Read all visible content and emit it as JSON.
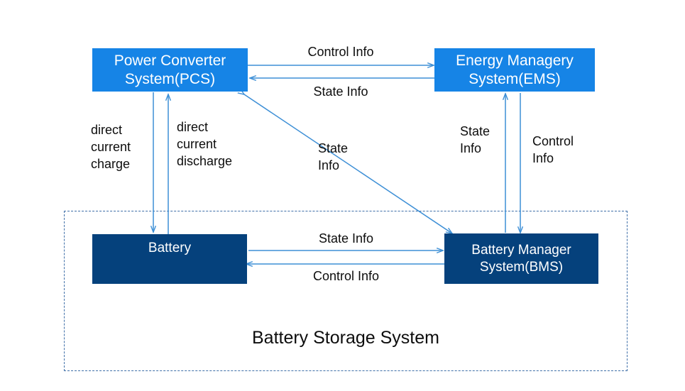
{
  "diagram": {
    "title": "Battery Storage System",
    "colors": {
      "accent_blue": "#1684E6",
      "navy": "#05417C",
      "arrow_blue": "#3D8FD6",
      "dashed_border": "#3F6FA8",
      "text_dark": "#0d0d0d",
      "background": "#ffffff"
    },
    "nodes": [
      {
        "id": "pcs",
        "label": "Power Converter\nSystem(PCS)",
        "line1": "Power Converter",
        "line2": "System(PCS)",
        "fill": "#1684E6"
      },
      {
        "id": "ems",
        "label": "Energy Managery\nSystem(EMS)",
        "line1": "Energy Managery",
        "line2": "System(EMS)",
        "fill": "#1684E6"
      },
      {
        "id": "battery",
        "label": "Battery",
        "line1": "Battery",
        "line2": "",
        "fill": "#05417C"
      },
      {
        "id": "bms",
        "label": "Battery Manager\nSystem(BMS)",
        "line1": "Battery Manager",
        "line2": "System(BMS)",
        "fill": "#05417C"
      }
    ],
    "edges": [
      {
        "id": "pcs-to-ems",
        "label": "Control Info",
        "from": "pcs",
        "to": "ems",
        "direction": "right"
      },
      {
        "id": "ems-to-pcs",
        "label": "State Info",
        "from": "ems",
        "to": "pcs",
        "direction": "left"
      },
      {
        "id": "pcs-to-battery",
        "label": "direct\ncurrent\ncharge",
        "from": "pcs",
        "to": "battery",
        "direction": "down"
      },
      {
        "id": "battery-to-pcs",
        "label": "direct\ncurrent\ndischarge",
        "from": "battery",
        "to": "pcs",
        "direction": "up"
      },
      {
        "id": "bms-pcs-diagonal",
        "label": "State\nInfo",
        "from": "bms",
        "to": "pcs",
        "direction": "both"
      },
      {
        "id": "bms-to-ems",
        "label": "State\nInfo",
        "from": "bms",
        "to": "ems",
        "direction": "up"
      },
      {
        "id": "ems-to-bms",
        "label": "Control\nInfo",
        "from": "ems",
        "to": "bms",
        "direction": "down"
      },
      {
        "id": "battery-to-bms",
        "label": "State Info",
        "from": "battery",
        "to": "bms",
        "direction": "right"
      },
      {
        "id": "bms-to-battery",
        "label": "Control Info",
        "from": "bms",
        "to": "battery",
        "direction": "left"
      }
    ],
    "labels": {
      "control_info_top": "Control Info",
      "state_info_top": "State Info",
      "dc_charge": "direct\ncurrent\ncharge",
      "dc_discharge": "direct\ncurrent\ndischarge",
      "state_info_diagonal": "State\nInfo",
      "state_info_ems": "State\nInfo",
      "control_info_ems": "Control\nInfo",
      "state_info_bottom": "State Info",
      "control_info_bottom": "Control Info"
    }
  }
}
